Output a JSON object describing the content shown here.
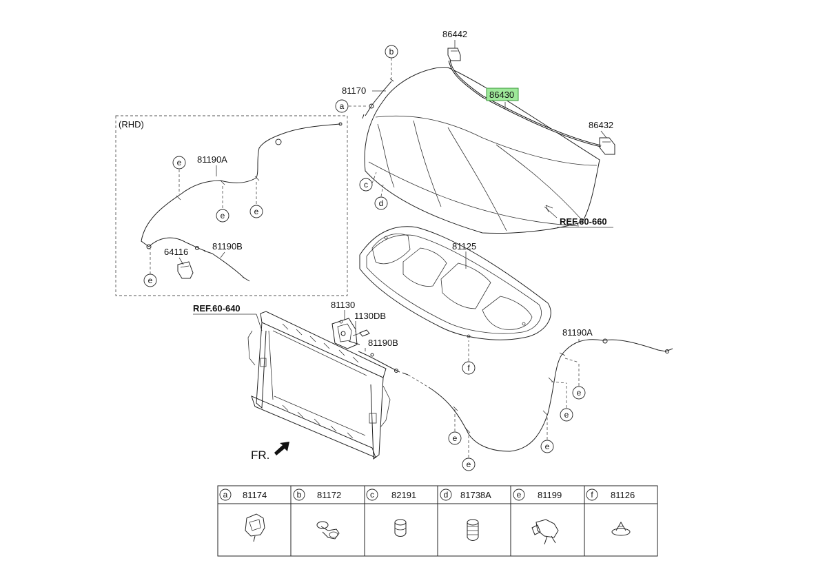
{
  "labels": {
    "p86442": "86442",
    "p86430": "86430",
    "p86432": "86432",
    "p81170": "81170",
    "p81125": "81125",
    "p81130": "81130",
    "p1130db": "1130DB",
    "p81190b_main": "81190B",
    "p81190a_main": "81190A",
    "rhd": "(RHD)",
    "p81190a_rhd": "81190A",
    "p81190b_rhd": "81190B",
    "p64116": "64116",
    "ref_660": "REF.60-660",
    "ref_640": "REF.60-640",
    "fr": "FR."
  },
  "callouts": {
    "b": "b",
    "a": "a",
    "c": "c",
    "d": "d",
    "f": "f",
    "e1": "e",
    "e2": "e",
    "e3": "e",
    "e4": "e",
    "e5": "e",
    "e6": "e",
    "e7": "e",
    "e8": "e",
    "e9": "e"
  },
  "legend": [
    {
      "letter": "a",
      "part": "81174"
    },
    {
      "letter": "b",
      "part": "81172"
    },
    {
      "letter": "c",
      "part": "82191"
    },
    {
      "letter": "d",
      "part": "81738A"
    },
    {
      "letter": "e",
      "part": "81199"
    },
    {
      "letter": "f",
      "part": "81126"
    }
  ],
  "colors": {
    "highlight_fill": "#9ee89a",
    "highlight_stroke": "#3c9a3c",
    "line": "#222222"
  }
}
